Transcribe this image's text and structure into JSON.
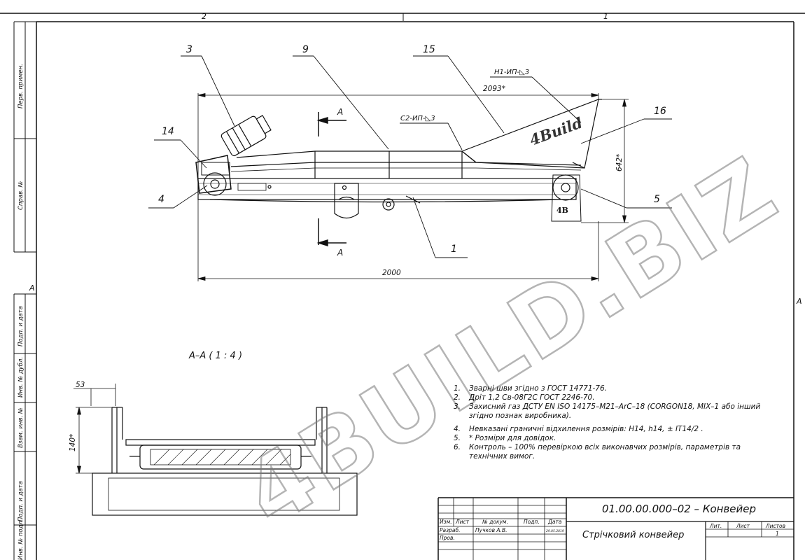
{
  "zones": {
    "left": "2",
    "right": "1",
    "side_mark": "A"
  },
  "margin_stamp": {
    "first_use": "Перв. примен.",
    "ref_no": "Справ. №",
    "sign_date": "Подп. и дата",
    "dup_inv": "Инв. № дубл.",
    "swap_inv": "Взам. инв. №",
    "sign_date2": "Подп. и дата",
    "orig_inv": "Инв. № подл."
  },
  "callouts": {
    "c3": "3",
    "c9": "9",
    "c15": "15",
    "c16": "16",
    "c14": "14",
    "c4": "4",
    "c5": "5",
    "c1": "1"
  },
  "weld_marks": {
    "w1": "Н1-ИП-◺3",
    "w2": "С2-ИП-◺3"
  },
  "dimensions": {
    "length_top": "2093*",
    "height": "642*",
    "length_bottom": "2000",
    "section_depth": "53",
    "section_height": "140*"
  },
  "section": {
    "mark_a_top": "A",
    "mark_a_bottom": "A",
    "label": "A–A ( 1 : 4 )"
  },
  "logos": {
    "hopper": "4Build",
    "drum": "4B"
  },
  "watermarks": {
    "large": "4BUILD.BIZ"
  },
  "notes": [
    {
      "num": "1.",
      "text": "Зварні шви згідно з ГОСТ 14771-76."
    },
    {
      "num": "2.",
      "text": "Дріт 1,2 Св-08Г2С ГОСТ 2246-70."
    },
    {
      "num": "3.",
      "text": "Захисний газ ДСТУ EN ISO 14175–М21–ArC–18 (CORGON18, MIX–1 або інший згідно познак виробника)."
    },
    {
      "num": "4.",
      "text": "Невказані граничні відхилення розмірів: H14, h14, ± IT14/2 ."
    },
    {
      "num": "5.",
      "text": "* Розміри для довідок."
    },
    {
      "num": "6.",
      "text": "Контроль – 100% перевіркою всіх виконавчих розмірів, параметрів та технічних вимог."
    }
  ],
  "title_block": {
    "code": "01.00.00.000–02 – Конвейер",
    "name": "Стрічковий конвейер",
    "h_change": "Изм.",
    "h_sheet": "Лист",
    "h_doc": "№ докум.",
    "h_sign": "Подп.",
    "h_date": "Дата",
    "r_dev": "Разраб.",
    "dev_name": "Пучков А.В.",
    "dev_date": "29.05.2019",
    "r_check": "Пров.",
    "lit": "Лит.",
    "sheet": "Лист",
    "sheets": "Листов",
    "sheets_val": "1"
  }
}
